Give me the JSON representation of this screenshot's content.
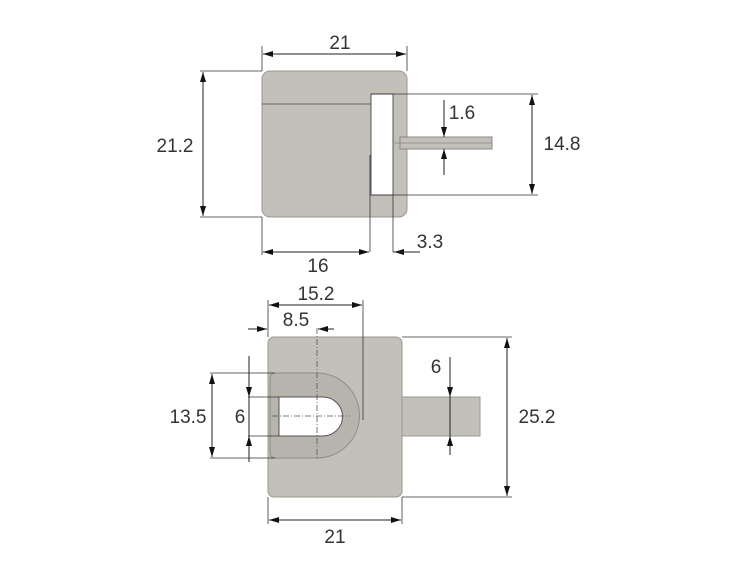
{
  "drawing": {
    "top_view": {
      "width_label": "21",
      "height_label": "21.2",
      "slot_height_label": "14.8",
      "shaft_thickness_label": "1.6",
      "slot_offset_label": "16",
      "slot_width_label": "3.3"
    },
    "front_view": {
      "slot_depth_label": "15.2",
      "center_offset_label": "8.5",
      "u_height_label": "13.5",
      "slot_height_label": "6",
      "shaft_height_label": "6",
      "body_height_label": "25.2",
      "body_width_label": "21"
    },
    "colors": {
      "part_fill": "#c2c0b8",
      "background": "#ffffff"
    }
  }
}
